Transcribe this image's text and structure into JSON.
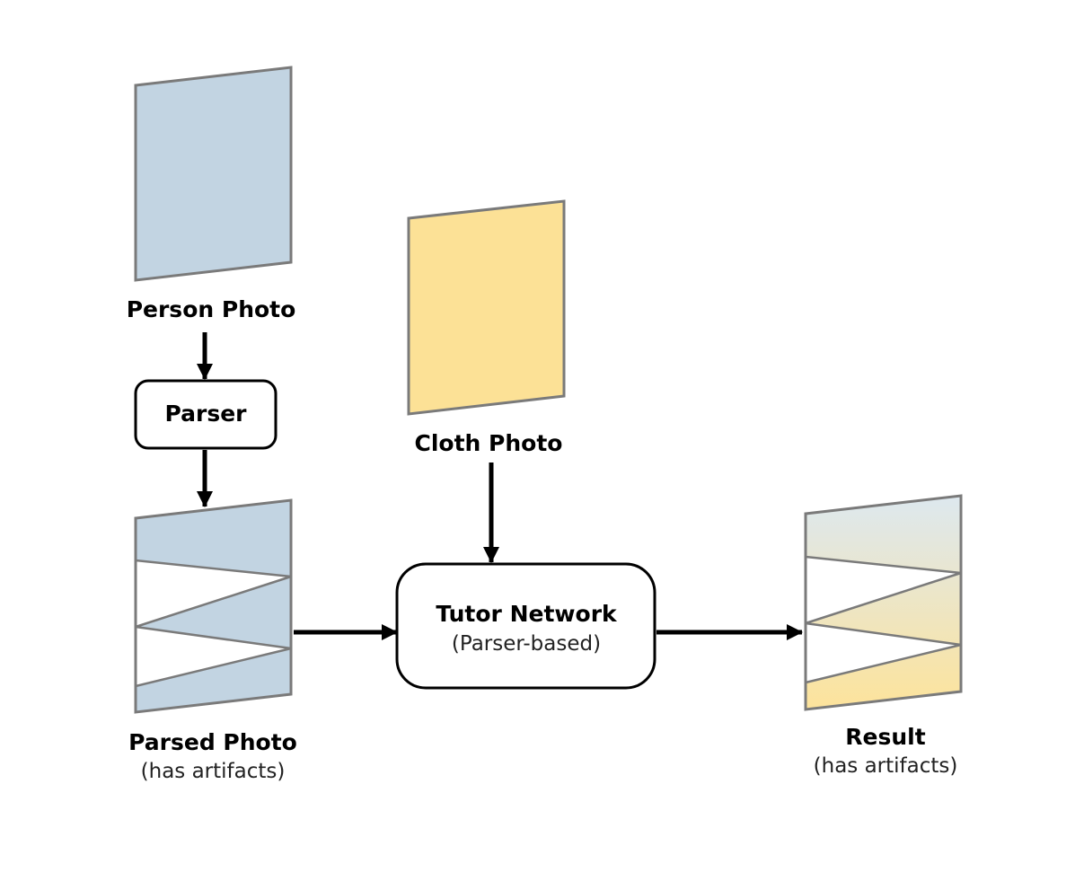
{
  "nodes": {
    "person_photo": {
      "label": "Person Photo"
    },
    "parser": {
      "label": "Parser"
    },
    "parsed_photo": {
      "label": "Parsed Photo",
      "sublabel": "(has artifacts)"
    },
    "cloth_photo": {
      "label": "Cloth Photo"
    },
    "tutor_network": {
      "label": "Tutor Network",
      "sublabel": "(Parser-based)"
    },
    "result": {
      "label": "Result",
      "sublabel": "(has artifacts)"
    }
  },
  "edges": [
    {
      "from": "person_photo",
      "to": "parser"
    },
    {
      "from": "parser",
      "to": "parsed_photo"
    },
    {
      "from": "parsed_photo",
      "to": "tutor_network"
    },
    {
      "from": "cloth_photo",
      "to": "tutor_network"
    },
    {
      "from": "tutor_network",
      "to": "result"
    }
  ],
  "colors": {
    "person": "#c2d4e2",
    "cloth": "#fce196",
    "outline": "#7a7a7a",
    "arrow": "#000000"
  }
}
